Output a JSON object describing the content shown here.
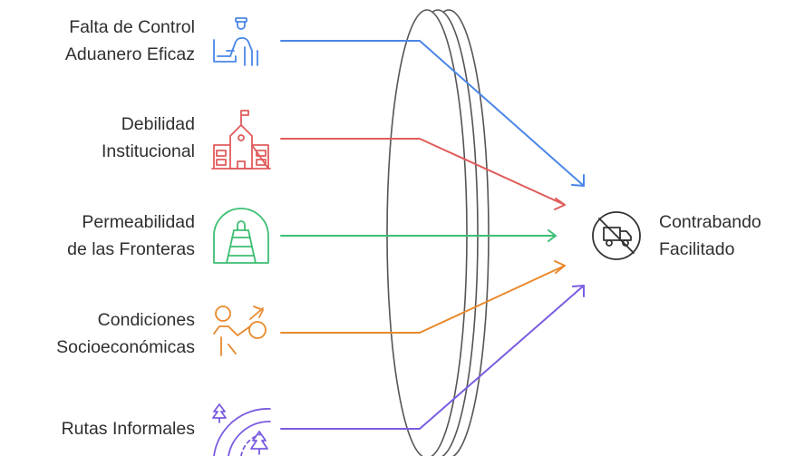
{
  "factors": [
    {
      "id": "control",
      "lines": [
        "Falta de Control",
        "Aduanero Eficaz"
      ],
      "icon": "customs-officer-icon",
      "color": "#4a86e8"
    },
    {
      "id": "institucional",
      "lines": [
        "Debilidad",
        "Institucional"
      ],
      "icon": "institution-building-icon",
      "color": "#e05c5c"
    },
    {
      "id": "fronteras",
      "lines": [
        "Permeabilidad",
        "de las Fronteras"
      ],
      "icon": "railway-tunnel-icon",
      "color": "#3cbf73"
    },
    {
      "id": "socio",
      "lines": [
        "Condiciones",
        "Socioeconómicas"
      ],
      "icon": "migrant-with-bundle-icon",
      "color": "#e8892b"
    },
    {
      "id": "rutas",
      "lines": [
        "Rutas Informales"
      ],
      "icon": "forest-road-icon",
      "color": "#7b5ce0"
    }
  ],
  "outcome": {
    "lines": [
      "Contrabando",
      "Facilitado"
    ],
    "icon": "no-truck-icon",
    "color": "#333333"
  }
}
